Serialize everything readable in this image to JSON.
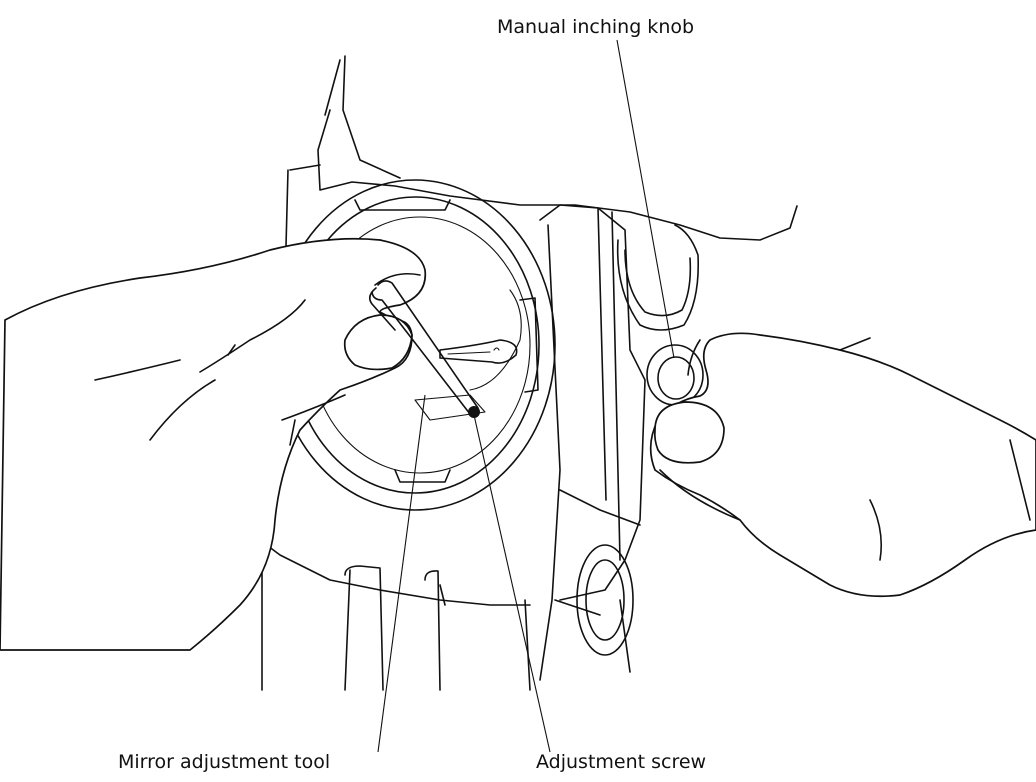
{
  "callouts": {
    "knob": "Manual inching knob",
    "tool": "Mirror adjustment tool",
    "screw": "Adjustment screw"
  },
  "colors": {
    "ink": "#111111",
    "paper": "#ffffff"
  }
}
